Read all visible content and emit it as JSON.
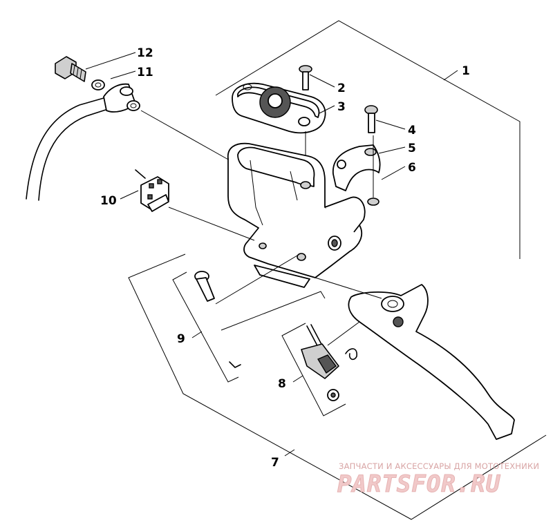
{
  "diagram": {
    "callouts": [
      {
        "id": "1",
        "label": "1"
      },
      {
        "id": "2",
        "label": "2"
      },
      {
        "id": "3",
        "label": "3"
      },
      {
        "id": "4",
        "label": "4"
      },
      {
        "id": "5",
        "label": "5"
      },
      {
        "id": "6",
        "label": "6"
      },
      {
        "id": "7",
        "label": "7"
      },
      {
        "id": "8",
        "label": "8"
      },
      {
        "id": "9",
        "label": "9"
      },
      {
        "id": "10",
        "label": "10"
      },
      {
        "id": "11",
        "label": "11"
      },
      {
        "id": "12",
        "label": "12"
      }
    ]
  },
  "watermark": {
    "subtitle": "ЗАПЧАСТИ И АКСЕССУАРЫ ДЛЯ МОТОТЕХНИКИ",
    "brand": "PARTSFOR.RU"
  },
  "colors": {
    "line": "#000000",
    "shade": "#cfcfcf",
    "watermark": "#f1c9c9"
  }
}
